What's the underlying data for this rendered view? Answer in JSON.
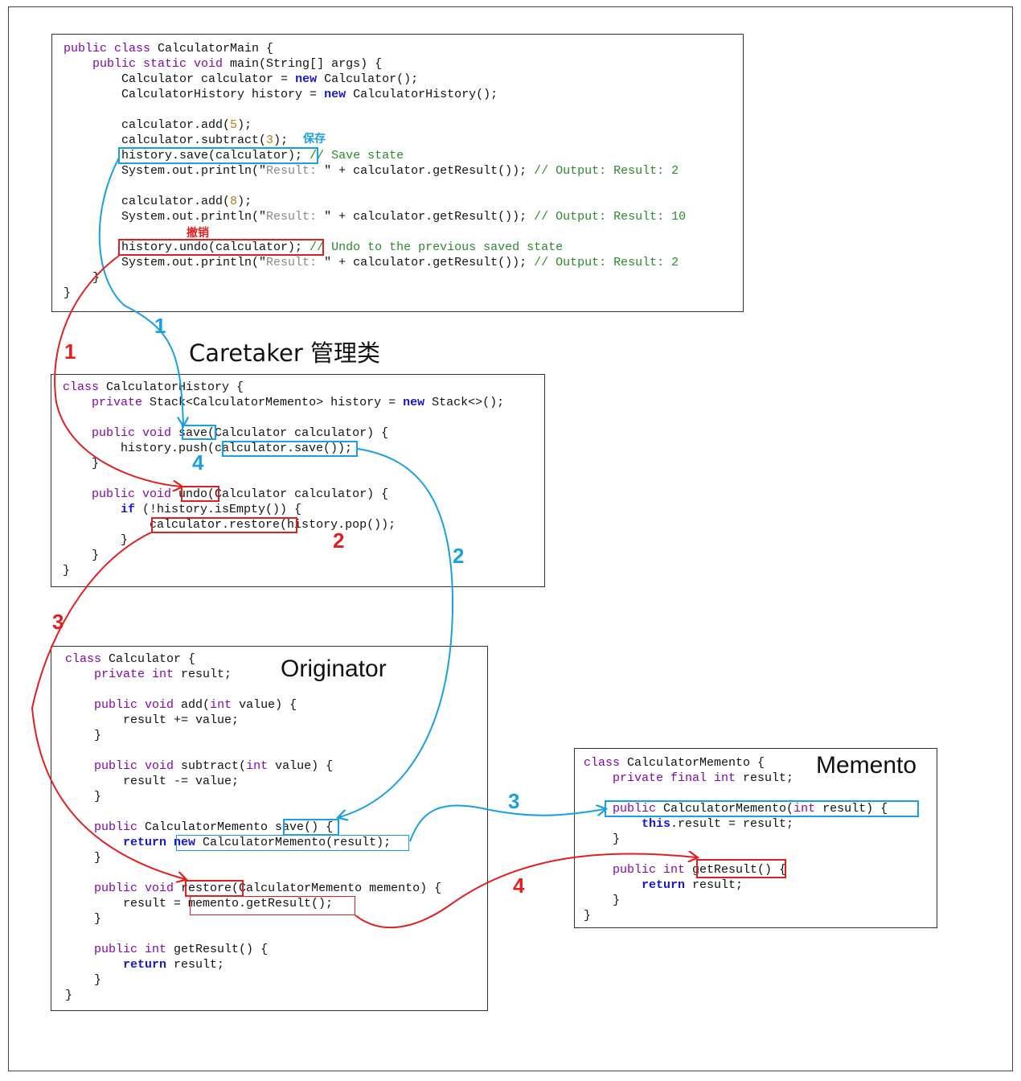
{
  "titles": {
    "caretaker": "Caretaker 管理类",
    "originator": "Originator",
    "memento": "Memento"
  },
  "annotations": {
    "save_label": "保存",
    "undo_label": "撤销"
  },
  "steps": {
    "blue": [
      "1",
      "2",
      "3",
      "4"
    ],
    "red": [
      "1",
      "2",
      "3",
      "4"
    ]
  },
  "colors": {
    "save_flow": "#1aa0e0",
    "undo_flow": "#e02020",
    "keyword": "#7f0aa8",
    "keyword_bold": "#1616cf",
    "number": "#c07a1a",
    "comment": "#2a8a2a"
  },
  "main_code": [
    {
      "i": 0,
      "t": [
        [
          "kw",
          "public class "
        ],
        [
          "",
          "CalculatorMain {"
        ]
      ]
    },
    {
      "i": 1,
      "t": [
        [
          "kw",
          "public static void "
        ],
        [
          "",
          "main(String[] args) {"
        ]
      ]
    },
    {
      "i": 2,
      "t": [
        [
          "",
          "Calculator calculator = "
        ],
        [
          "kb",
          "new "
        ],
        [
          "",
          "Calculator();"
        ]
      ]
    },
    {
      "i": 2,
      "t": [
        [
          "",
          "CalculatorHistory history = "
        ],
        [
          "kb",
          "new "
        ],
        [
          "",
          "CalculatorHistory();"
        ]
      ]
    },
    {
      "i": 0,
      "t": []
    },
    {
      "i": 2,
      "t": [
        [
          "",
          "calculator.add("
        ],
        [
          "num",
          "5"
        ],
        [
          "",
          ");"
        ]
      ]
    },
    {
      "i": 2,
      "t": [
        [
          "",
          "calculator.subtract("
        ],
        [
          "num",
          "3"
        ],
        [
          "",
          ");"
        ]
      ]
    },
    {
      "i": 2,
      "t": [
        [
          "",
          "history.save(calculator); "
        ],
        [
          "cm",
          "// Save state"
        ]
      ]
    },
    {
      "i": 2,
      "t": [
        [
          "",
          "System.out.println(\""
        ],
        [
          "str",
          "Result: "
        ],
        [
          "",
          "\" + calculator.getResult()); "
        ],
        [
          "cm",
          "// Output: Result: 2"
        ]
      ]
    },
    {
      "i": 0,
      "t": []
    },
    {
      "i": 2,
      "t": [
        [
          "",
          "calculator.add("
        ],
        [
          "num",
          "8"
        ],
        [
          "",
          ");"
        ]
      ]
    },
    {
      "i": 2,
      "t": [
        [
          "",
          "System.out.println(\""
        ],
        [
          "str",
          "Result: "
        ],
        [
          "",
          "\" + calculator.getResult()); "
        ],
        [
          "cm",
          "// Output: Result: 10"
        ]
      ]
    },
    {
      "i": 0,
      "t": []
    },
    {
      "i": 2,
      "t": [
        [
          "",
          "history.undo(calculator); "
        ],
        [
          "cm",
          "// Undo to the previous saved state"
        ]
      ]
    },
    {
      "i": 2,
      "t": [
        [
          "",
          "System.out.println(\""
        ],
        [
          "str",
          "Result: "
        ],
        [
          "",
          "\" + calculator.getResult()); "
        ],
        [
          "cm",
          "// Output: Result: 2"
        ]
      ]
    },
    {
      "i": 1,
      "t": [
        [
          "",
          "}"
        ]
      ]
    },
    {
      "i": 0,
      "t": [
        [
          "",
          "}"
        ]
      ]
    }
  ],
  "history_code": [
    {
      "i": 0,
      "t": [
        [
          "kw",
          "class "
        ],
        [
          "",
          "CalculatorHistory {"
        ]
      ]
    },
    {
      "i": 1,
      "t": [
        [
          "kw",
          "private "
        ],
        [
          "",
          "Stack<CalculatorMemento> history = "
        ],
        [
          "kb",
          "new "
        ],
        [
          "",
          "Stack<>();"
        ]
      ]
    },
    {
      "i": 0,
      "t": []
    },
    {
      "i": 1,
      "t": [
        [
          "kw",
          "public void "
        ],
        [
          "",
          "save(Calculator calculator) {"
        ]
      ]
    },
    {
      "i": 2,
      "t": [
        [
          "",
          "history.push(calculator.save());"
        ]
      ]
    },
    {
      "i": 1,
      "t": [
        [
          "",
          "}"
        ]
      ]
    },
    {
      "i": 0,
      "t": []
    },
    {
      "i": 1,
      "t": [
        [
          "kw",
          "public void "
        ],
        [
          "",
          "undo(Calculator calculator) {"
        ]
      ]
    },
    {
      "i": 2,
      "t": [
        [
          "kb",
          "if "
        ],
        [
          "",
          "(!history.isEmpty()) {"
        ]
      ]
    },
    {
      "i": 3,
      "t": [
        [
          "",
          "calculator.restore(history.pop());"
        ]
      ]
    },
    {
      "i": 2,
      "t": [
        [
          "",
          "}"
        ]
      ]
    },
    {
      "i": 1,
      "t": [
        [
          "",
          "}"
        ]
      ]
    },
    {
      "i": 0,
      "t": [
        [
          "",
          "}"
        ]
      ]
    }
  ],
  "calculator_code": [
    {
      "i": 0,
      "t": [
        [
          "kw",
          "class "
        ],
        [
          "",
          "Calculator {"
        ]
      ]
    },
    {
      "i": 1,
      "t": [
        [
          "kw",
          "private int "
        ],
        [
          "",
          "result;"
        ]
      ]
    },
    {
      "i": 0,
      "t": []
    },
    {
      "i": 1,
      "t": [
        [
          "kw",
          "public void "
        ],
        [
          "",
          "add("
        ],
        [
          "kw",
          "int "
        ],
        [
          "",
          "value) {"
        ]
      ]
    },
    {
      "i": 2,
      "t": [
        [
          "",
          "result += value;"
        ]
      ]
    },
    {
      "i": 1,
      "t": [
        [
          "",
          "}"
        ]
      ]
    },
    {
      "i": 0,
      "t": []
    },
    {
      "i": 1,
      "t": [
        [
          "kw",
          "public void "
        ],
        [
          "",
          "subtract("
        ],
        [
          "kw",
          "int "
        ],
        [
          "",
          "value) {"
        ]
      ]
    },
    {
      "i": 2,
      "t": [
        [
          "",
          "result -= value;"
        ]
      ]
    },
    {
      "i": 1,
      "t": [
        [
          "",
          "}"
        ]
      ]
    },
    {
      "i": 0,
      "t": []
    },
    {
      "i": 1,
      "t": [
        [
          "kw",
          "public "
        ],
        [
          "",
          "CalculatorMemento save() {"
        ]
      ]
    },
    {
      "i": 2,
      "t": [
        [
          "kb",
          "return new "
        ],
        [
          "",
          "CalculatorMemento(result);"
        ]
      ]
    },
    {
      "i": 1,
      "t": [
        [
          "",
          "}"
        ]
      ]
    },
    {
      "i": 0,
      "t": []
    },
    {
      "i": 1,
      "t": [
        [
          "kw",
          "public void "
        ],
        [
          "",
          "restore(CalculatorMemento memento) {"
        ]
      ]
    },
    {
      "i": 2,
      "t": [
        [
          "",
          "result = memento.getResult();"
        ]
      ]
    },
    {
      "i": 1,
      "t": [
        [
          "",
          "}"
        ]
      ]
    },
    {
      "i": 0,
      "t": []
    },
    {
      "i": 1,
      "t": [
        [
          "kw",
          "public int "
        ],
        [
          "",
          "getResult() {"
        ]
      ]
    },
    {
      "i": 2,
      "t": [
        [
          "kb",
          "return "
        ],
        [
          "",
          "result;"
        ]
      ]
    },
    {
      "i": 1,
      "t": [
        [
          "",
          "}"
        ]
      ]
    },
    {
      "i": 0,
      "t": [
        [
          "",
          "}"
        ]
      ]
    }
  ],
  "memento_code": [
    {
      "i": 0,
      "t": [
        [
          "kw",
          "class "
        ],
        [
          "",
          "CalculatorMemento {"
        ]
      ]
    },
    {
      "i": 1,
      "t": [
        [
          "kw",
          "private final int "
        ],
        [
          "",
          "result;"
        ]
      ]
    },
    {
      "i": 0,
      "t": []
    },
    {
      "i": 1,
      "t": [
        [
          "kw",
          "public "
        ],
        [
          "",
          "CalculatorMemento("
        ],
        [
          "kw",
          "int "
        ],
        [
          "",
          "result) {"
        ]
      ]
    },
    {
      "i": 2,
      "t": [
        [
          "kb",
          "this"
        ],
        [
          "",
          ".result = result;"
        ]
      ]
    },
    {
      "i": 1,
      "t": [
        [
          "",
          "}"
        ]
      ]
    },
    {
      "i": 0,
      "t": []
    },
    {
      "i": 1,
      "t": [
        [
          "kw",
          "public int "
        ],
        [
          "",
          "getResult() {"
        ]
      ]
    },
    {
      "i": 2,
      "t": [
        [
          "kb",
          "return "
        ],
        [
          "",
          "result;"
        ]
      ]
    },
    {
      "i": 1,
      "t": [
        [
          "",
          "}"
        ]
      ]
    },
    {
      "i": 0,
      "t": [
        [
          "",
          "}"
        ]
      ]
    }
  ]
}
